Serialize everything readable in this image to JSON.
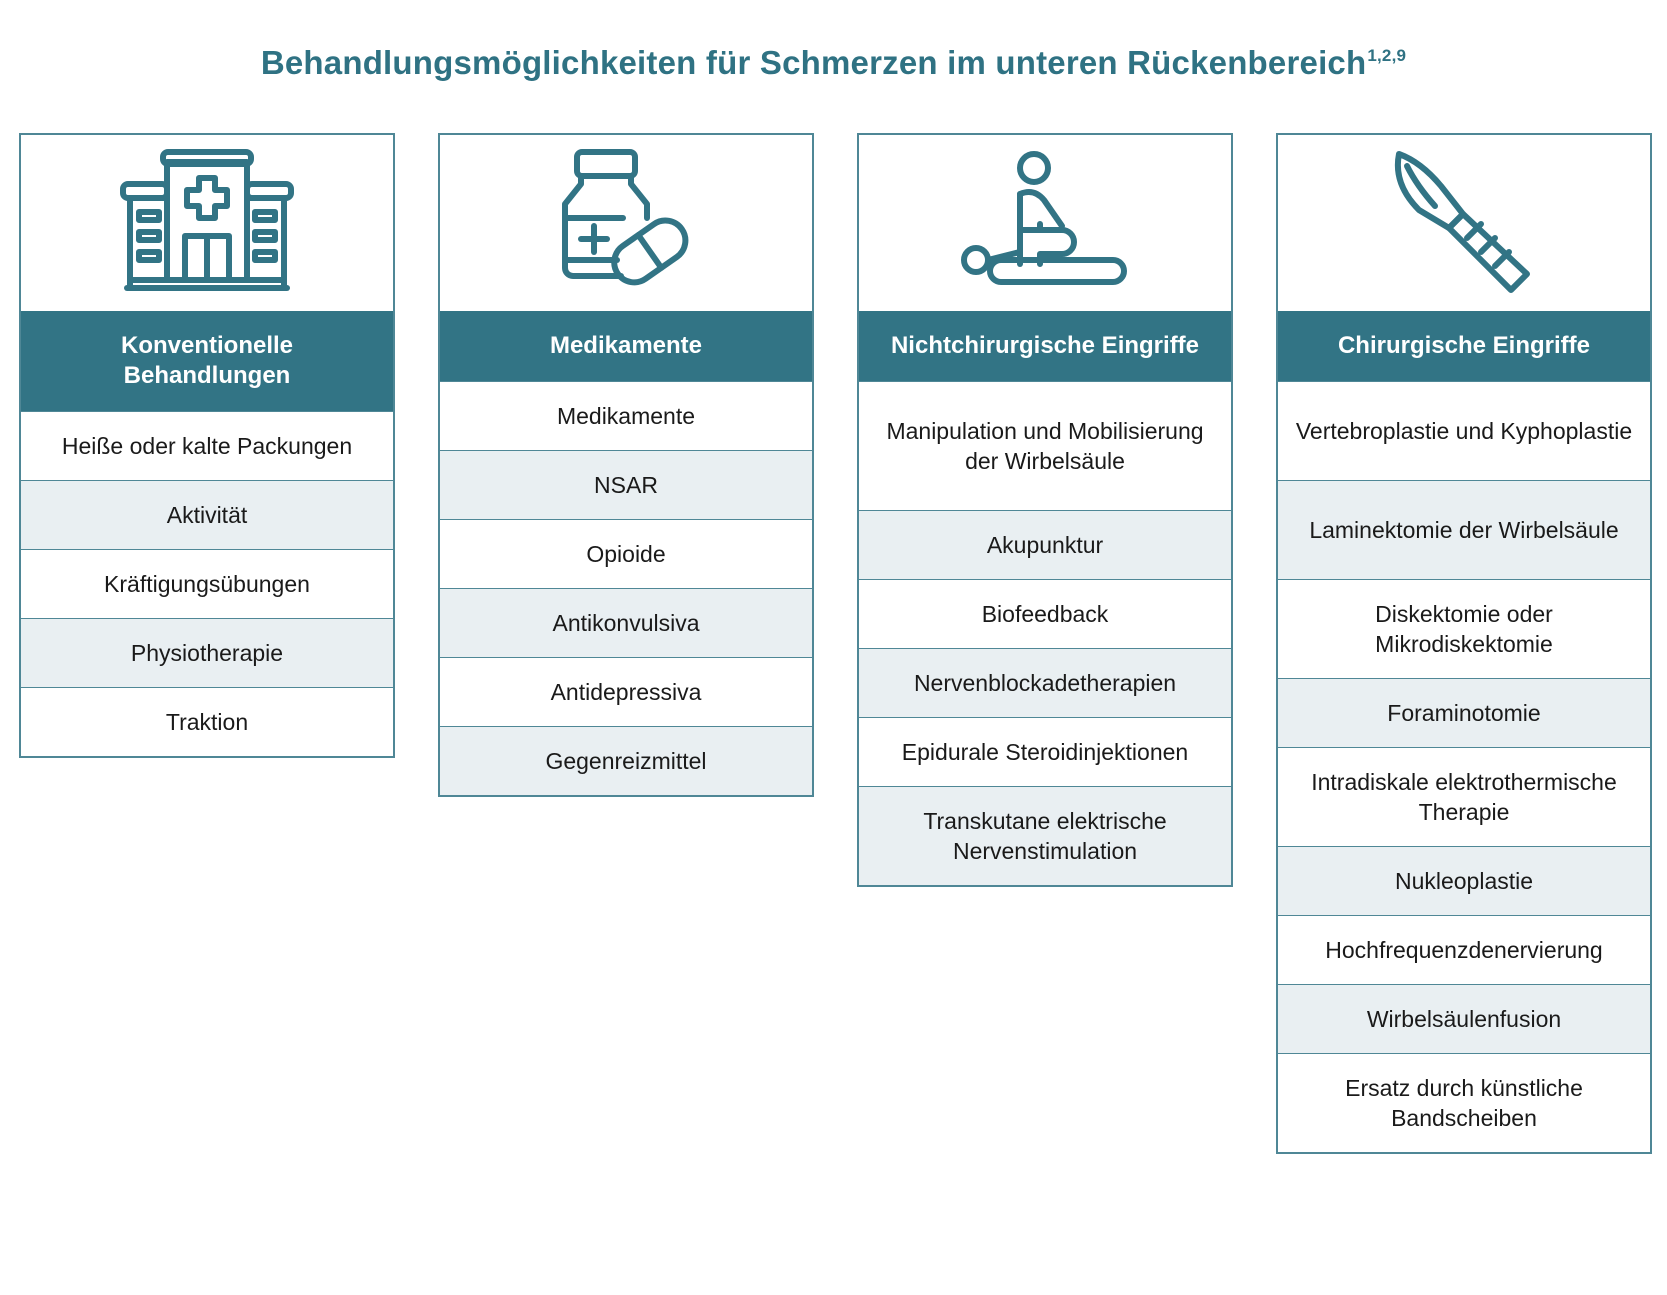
{
  "title": {
    "text": "Behandlungsmöglichkeiten für Schmerzen im unteren Rückenbereich",
    "superscript": "1,2,9"
  },
  "colors": {
    "accent": "#327485",
    "title": "#2f7283",
    "row_alt": "#e9eff2",
    "border": "#4f8796"
  },
  "columns": [
    {
      "icon": "hospital-icon",
      "header": "Konventionelle Behandlungen",
      "items": [
        "Heiße oder kalte Packungen",
        "Aktivität",
        "Kräftigungsübungen",
        "Physiotherapie",
        "Traktion"
      ]
    },
    {
      "icon": "medicine-bottle-pill-icon",
      "header": "Medikamente",
      "items": [
        "Medikamente",
        "NSAR",
        "Opioide",
        "Antikonvulsiva",
        "Antidepressiva",
        "Gegenreizmittel"
      ]
    },
    {
      "icon": "massage-therapy-icon",
      "header": "Nichtchirurgische Eingriffe",
      "items": [
        "Manipulation und Mobilisierung der Wirbelsäule",
        "Akupunktur",
        "Biofeedback",
        "Nervenblockadetherapien",
        "Epidurale Steroidinjektionen",
        "Transkutane elektrische Nervenstimulation"
      ]
    },
    {
      "icon": "scalpel-icon",
      "header": "Chirurgische Eingriffe",
      "items": [
        "Vertebroplastie und Kyphoplastie",
        "Laminektomie der Wirbelsäule",
        "Diskektomie oder Mikrodiskektomie",
        "Foraminotomie",
        "Intradiskale elektrothermische Therapie",
        "Nukleoplastie",
        "Hochfrequenzdenervierung",
        "Wirbelsäulenfusion",
        "Ersatz durch künstliche Bandscheiben"
      ]
    }
  ]
}
